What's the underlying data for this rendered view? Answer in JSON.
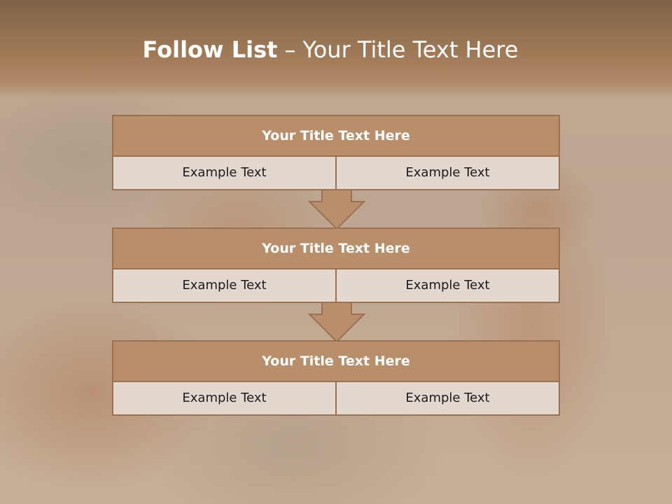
{
  "slide": {
    "title_bold": "Follow List",
    "title_dash": "–",
    "title_rest": "Your Title Text Here"
  },
  "blocks": [
    {
      "title": "Your Title Text Here",
      "cells": [
        "Example Text",
        "Example Text"
      ]
    },
    {
      "title": "Your Title Text Here",
      "cells": [
        "Example Text",
        "Example Text"
      ]
    },
    {
      "title": "Your Title Text Here",
      "cells": [
        "Example Text",
        "Example Text"
      ]
    }
  ],
  "colors": {
    "header": "#a07a57",
    "block_title_fill": "#b88f6a",
    "block_border": "#9a7252",
    "cell_fill": "#e3d8cf",
    "arrow_fill": "#b88f6a"
  }
}
